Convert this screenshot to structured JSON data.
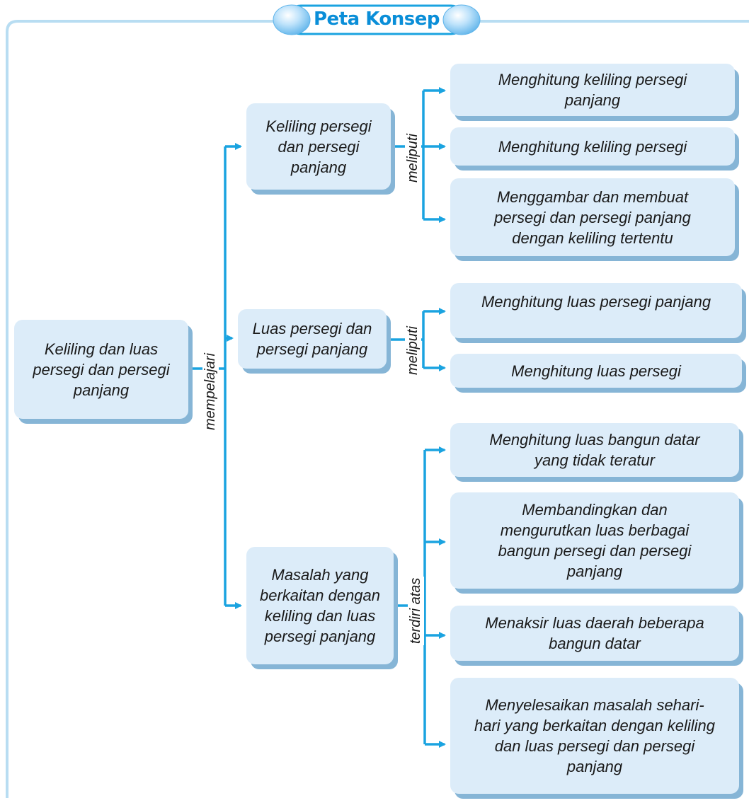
{
  "title": "Peta Konsep",
  "colors": {
    "line": "#1aa3e0",
    "box": "#dcecf9",
    "shadow": "#86b5d6",
    "title": "#0a8ed8"
  },
  "root": {
    "text": "Keliling dan luas persegi dan persegi panjang"
  },
  "root_relation": "mempelajari",
  "topics": [
    {
      "text": "Keliling persegi dan persegi panjang",
      "relation": "meliputi",
      "items": [
        "Menghitung keliling persegi panjang",
        "Menghitung keliling persegi",
        "Menggambar dan membuat persegi dan persegi panjang dengan keliling tertentu"
      ]
    },
    {
      "text": "Luas persegi dan persegi panjang",
      "relation": "meliputi",
      "items": [
        "Menghitung luas persegi panjang",
        "Menghitung luas persegi"
      ]
    },
    {
      "text": "Masalah yang berkaitan dengan keliling dan luas persegi panjang",
      "relation": "terdiri atas",
      "items": [
        "Menghitung luas bangun datar yang tidak teratur",
        "Membandingkan dan mengurutkan luas berbagai bangun persegi dan persegi panjang",
        "Menaksir luas daerah beberapa bangun datar",
        "Menyelesaikan masalah sehari-hari yang berkaitan dengan keliling dan luas persegi dan persegi panjang"
      ]
    }
  ]
}
